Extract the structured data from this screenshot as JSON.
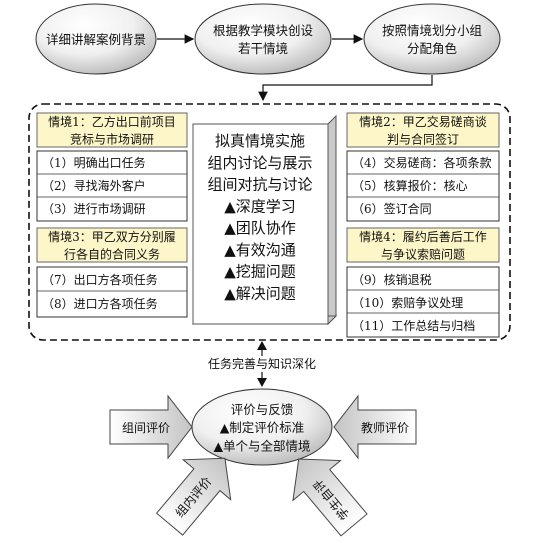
{
  "top_steps": [
    {
      "lines": [
        "详细讲解案例背景"
      ]
    },
    {
      "lines": [
        "根据教学模块创设",
        "若干情境"
      ]
    },
    {
      "lines": [
        "按照情境划分小组",
        "分配角色"
      ]
    }
  ],
  "center": {
    "lines": [
      "拟真情境实施",
      "组内讨论与展示",
      "组间对抗与讨论",
      "▲深度学习",
      "▲团队协作",
      "▲有效沟通",
      "▲挖掘问题",
      "▲解决问题"
    ]
  },
  "situations": [
    {
      "header": [
        "情境1：乙方出口前项目",
        "竞标与市场调研"
      ],
      "items": [
        "（1）明确出口任务",
        "（2）寻找海外客户",
        "（3）进行市场调研"
      ]
    },
    {
      "header": [
        "情境2：甲乙交易磋商谈",
        "判与合同签订"
      ],
      "items": [
        "（4）交易磋商：各项条款",
        "（5）核算报价：核心",
        "（6）签订合同"
      ]
    },
    {
      "header": [
        "情境3：甲乙双方分别履",
        "行各自的合同义务"
      ],
      "items": [
        "（7）出口方各项任务",
        "（8）进口方各项任务"
      ]
    },
    {
      "header": [
        "情境4：履约后善后工作",
        "与争议索赔问题"
      ],
      "items": [
        "（9）核销退税",
        "（10）索赔争议处理",
        "（11）工作总结与归档"
      ]
    }
  ],
  "link_label": "任务完善与知识深化",
  "evaluation": {
    "lines": [
      "评价与反馈",
      "▲制定评价标准",
      "▲单个与全部情境"
    ]
  },
  "evaluators": {
    "left": "组间评价",
    "right": "教师评价",
    "bottom_left": "组内评价",
    "bottom_right": "学生自评"
  },
  "colors": {
    "header_fill": "#fdf6c8",
    "ellipse_light": "#ffffff",
    "ellipse_dark": "#bfbfbf",
    "center_face": "#ffffff",
    "center_side": "#c9c9c9"
  }
}
